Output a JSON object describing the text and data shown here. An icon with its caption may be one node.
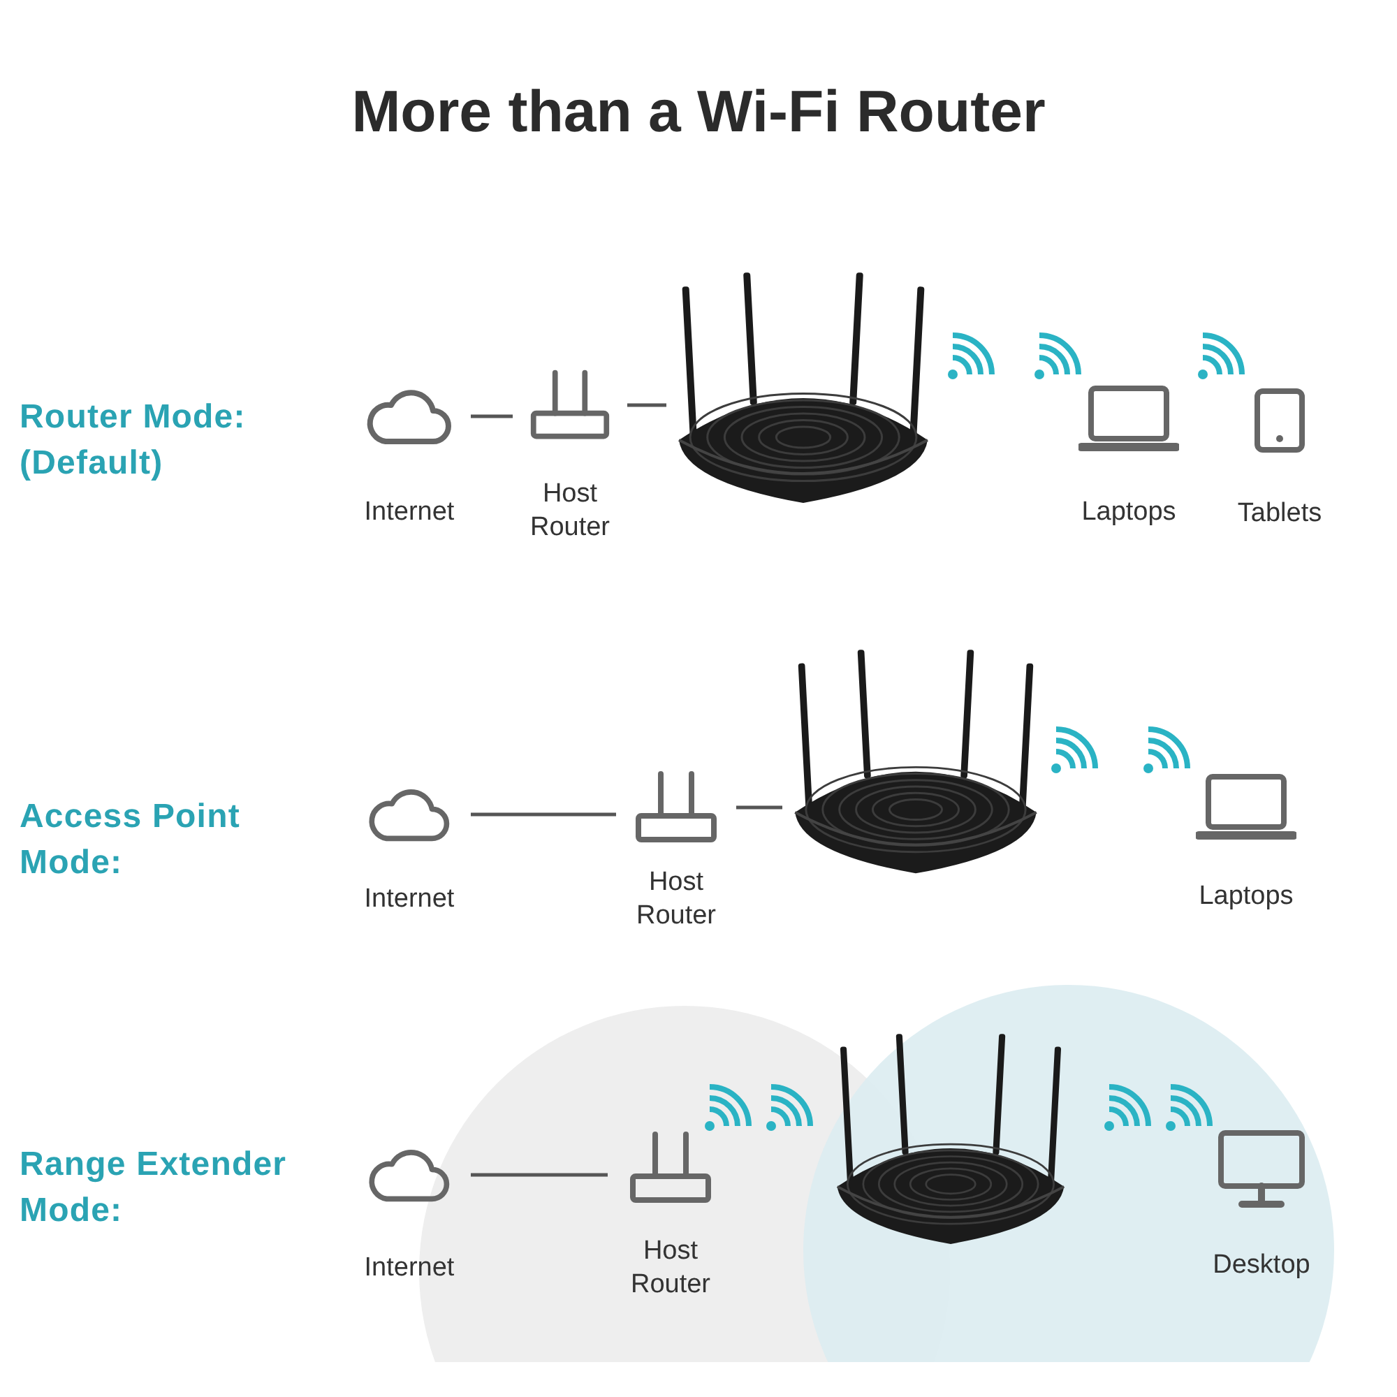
{
  "diagram": {
    "title": "More than a Wi-Fi Router",
    "nodes": [
      {
        "text": [
          "Internet"
        ]
      },
      {
        "text": [
          "Host Router"
        ]
      },
      {
        "text": [],
        "shape": "picture"
      },
      {
        "text": [
          "Laptops"
        ]
      },
      {
        "text": [
          "Tablets"
        ]
      },
      {
        "text": [
          "Internet"
        ]
      },
      {
        "text": [
          "Host Router"
        ]
      },
      {
        "text": [],
        "shape": "picture"
      },
      {
        "text": [
          "Laptops"
        ]
      },
      {
        "text": [
          "Internet"
        ]
      },
      {
        "text": [
          "Host Router"
        ]
      },
      {
        "text": [],
        "shape": "picture"
      },
      {
        "text": [
          "Desktop"
        ]
      }
    ],
    "edges": [
      {
        "from": 0,
        "to": 1,
        "arrow": "none"
      },
      {
        "from": 1,
        "to": 2,
        "arrow": "none"
      },
      {
        "from": 5,
        "to": 6,
        "arrow": "none"
      },
      {
        "from": 6,
        "to": 7,
        "arrow": "none"
      },
      {
        "from": 9,
        "to": 10,
        "arrow": "none"
      }
    ],
    "labels": [
      "Router Mode: (Default)",
      "Access Point Mode:",
      "Range Extender Mode:"
    ]
  }
}
